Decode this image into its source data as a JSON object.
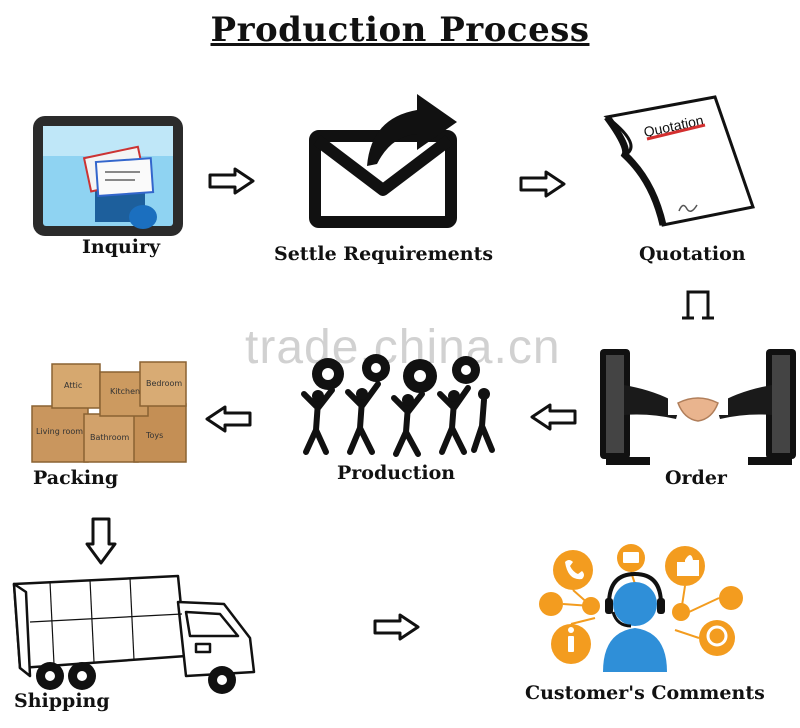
{
  "title": "Production Process",
  "watermark": "trade.china.cn",
  "steps": [
    {
      "label": "Inquiry",
      "icon": "tablet-mailbox-icon"
    },
    {
      "label": "Settle Requirements",
      "icon": "envelope-share-icon"
    },
    {
      "label": "Quotation",
      "icon": "quotation-document-icon"
    },
    {
      "label": "Order",
      "icon": "handshake-monitors-icon"
    },
    {
      "label": "Production",
      "icon": "people-gears-icon"
    },
    {
      "label": "Packing",
      "icon": "cardboard-boxes-icon"
    },
    {
      "label": "Shipping",
      "icon": "delivery-truck-icon"
    },
    {
      "label": "Customer's Comments",
      "icon": "customer-service-icon"
    }
  ],
  "quotation_doc_text": "Quotation",
  "box_labels": [
    "Attic",
    "Kitchen",
    "Bedroom",
    "Living room",
    "Bathroom",
    "Toys"
  ],
  "colors": {
    "accent": "#f39c1f",
    "service_blue": "#2f8fd8",
    "arrow_fill": "#ffffff",
    "line": "#111111",
    "quotation_underline": "#d32f2f"
  }
}
